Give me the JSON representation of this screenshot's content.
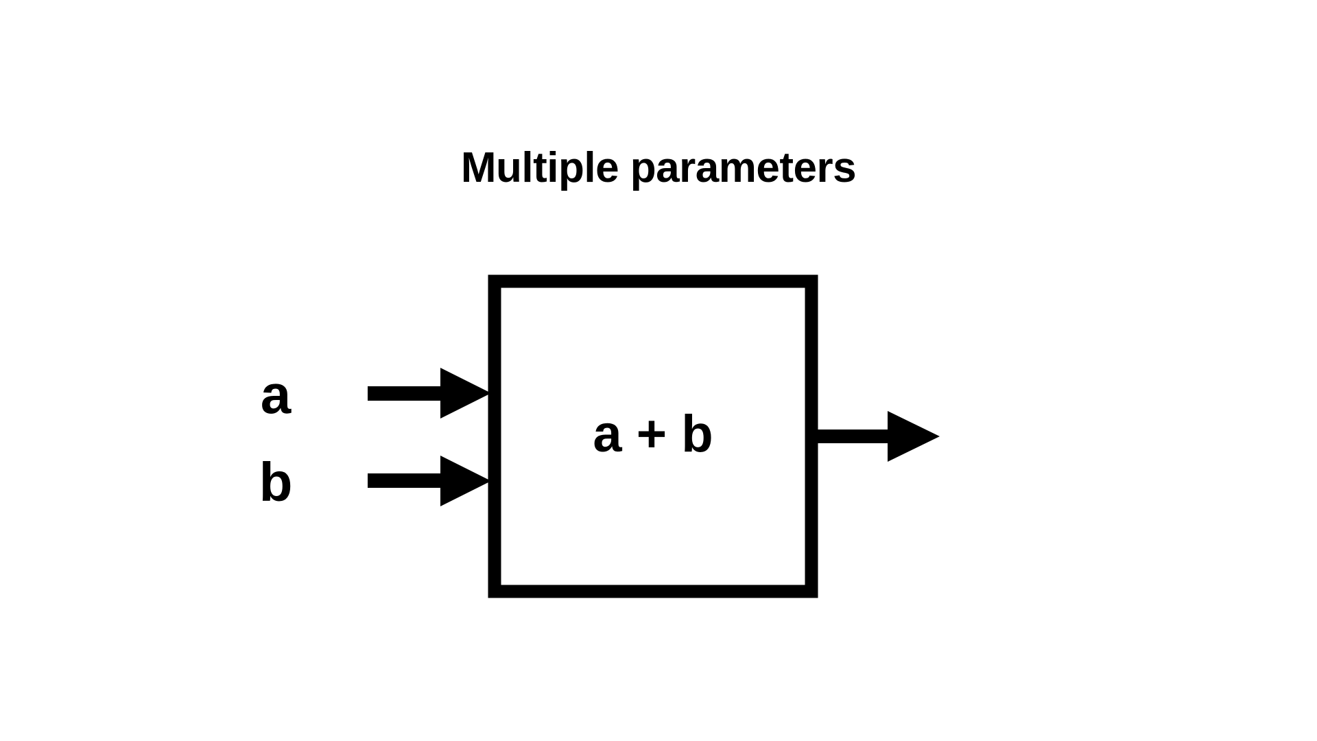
{
  "diagram": {
    "title": "Multiple parameters",
    "inputs": [
      {
        "label": "a"
      },
      {
        "label": "b"
      }
    ],
    "function_box": {
      "expression": "a + b"
    },
    "colors": {
      "stroke": "#000000",
      "background": "#ffffff"
    }
  }
}
